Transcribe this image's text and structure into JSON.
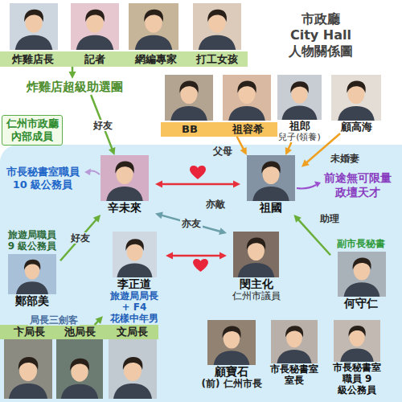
{
  "diagram": {
    "title": "市政廳 City Hall 人物關係圖",
    "nodes": [
      {
        "text": []
      },
      {
        "text": [
          "炸雞店長"
        ],
        "in": 0
      },
      {
        "text": [
          "記者"
        ],
        "in": 0
      },
      {
        "text": [
          "網編專家"
        ],
        "in": 0
      },
      {
        "text": [
          "打工女孩"
        ],
        "in": 0
      },
      {
        "text": [
          "炸雞店超級助選團"
        ]
      },
      {
        "text": []
      },
      {
        "text": [
          "BB"
        ],
        "in": 6
      },
      {
        "text": [
          "祖容希"
        ],
        "in": 6
      },
      {
        "text": [
          "祖郎",
          "兒子(領養)"
        ]
      },
      {
        "text": [
          "顧高海"
        ]
      },
      {
        "text": []
      },
      {
        "text": [
          "仁州市政廳 內部成員"
        ],
        "in": 11
      },
      {
        "text": [
          "辛未來"
        ],
        "in": 11
      },
      {
        "text": [
          "祖國"
        ],
        "in": 11
      },
      {
        "text": [
          "旅遊局職員 9 級公務員",
          "鄭部美"
        ],
        "in": 11
      },
      {
        "text": [
          "李正道",
          "旅遊局局長",
          "+ F4 花樣中年男"
        ],
        "in": 11
      },
      {
        "text": [
          "閔主化",
          "仁州市議員"
        ],
        "in": 11
      },
      {
        "text": [
          "副市長秘書",
          "何守仁"
        ],
        "in": 11
      },
      {
        "text": [],
        "in": 11
      },
      {
        "text": [
          "卞局長"
        ],
        "in": 19
      },
      {
        "text": [
          "池局長"
        ],
        "in": 19
      },
      {
        "text": [
          "文局長"
        ],
        "in": 19
      },
      {
        "text": [
          "顧寶石",
          "(前) 仁州市長"
        ],
        "in": 11
      },
      {
        "text": [
          "市長秘書室 室長"
        ],
        "in": 11
      },
      {
        "text": [
          "市長秘書室 職員 9 級公務員"
        ],
        "in": 11
      }
    ],
    "edges": [
      {
        "from": 0,
        "to": 5,
        "arrow": "to"
      },
      {
        "from": 5,
        "to": 13,
        "label": "好友",
        "arrow": "to"
      },
      {
        "from": 6,
        "to": 14,
        "label": "父母",
        "arrow": "to"
      },
      {
        "from": 9,
        "to": 14,
        "arrow": "to"
      },
      {
        "from": 10,
        "to": 14,
        "label": "未婚妻",
        "arrow": "to"
      },
      {
        "from": 13,
        "to": 14,
        "arrow": "both"
      },
      {
        "from": 15,
        "to": 13,
        "label": "好友",
        "arrow": "to"
      },
      {
        "from": 18,
        "to": 14,
        "label": "助理",
        "arrow": "to"
      },
      {
        "from": 13,
        "to": 17,
        "label": "亦友",
        "arrow": "both"
      },
      {
        "from": 16,
        "to": 17,
        "arrow": "both"
      },
      {
        "from": 19,
        "to": 16,
        "label": "局長三劍客",
        "arrow": "to"
      }
    ],
    "labels": [
      "市長秘書室職員 10 級公務員",
      "前途無可限量 政壇天才",
      "亦敵"
    ]
  }
}
